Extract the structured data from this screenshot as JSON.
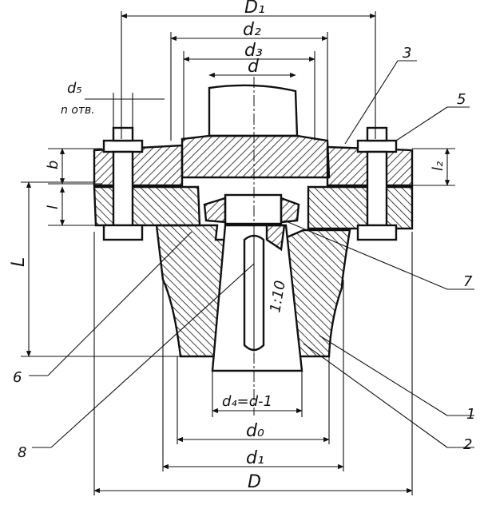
{
  "dimensions": {
    "D1": "D₁",
    "d2": "d₂",
    "d3": "d₃",
    "d": "d",
    "d5": "d₅",
    "n_holes": "n отв.",
    "b": "b",
    "l": "l",
    "l2": "l₂",
    "L": "L",
    "d4_expr": "d₄=d-1",
    "d0": "d₀",
    "d1": "d₁",
    "D": "D"
  },
  "taper": "1:10",
  "callouts": [
    "1",
    "2",
    "3",
    "5",
    "6",
    "7",
    "8"
  ]
}
